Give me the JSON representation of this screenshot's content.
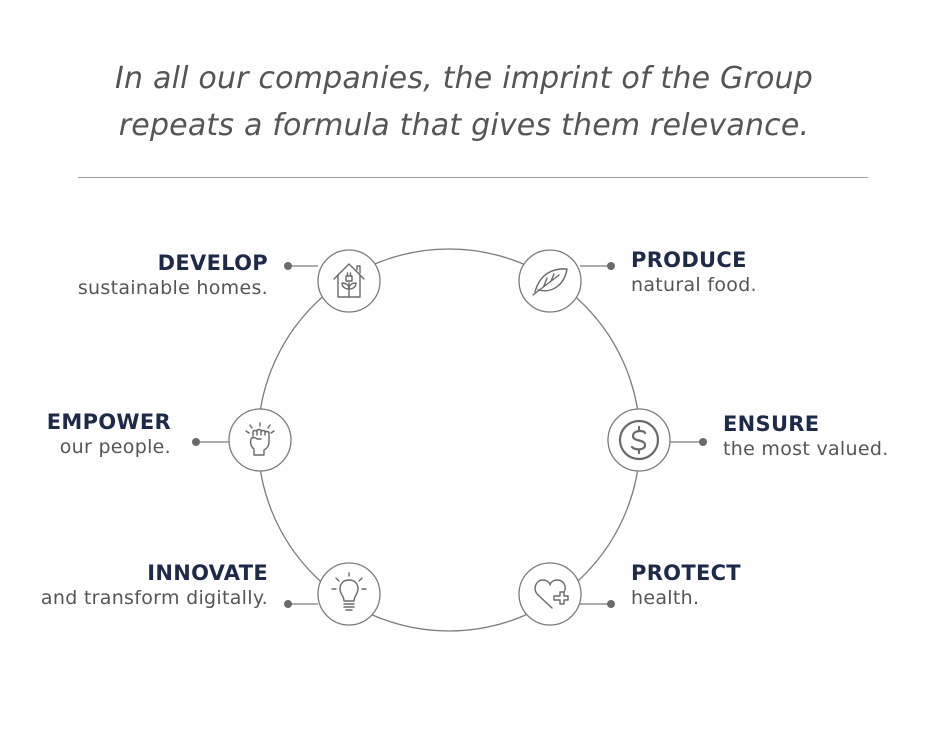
{
  "headline": {
    "line1": "In all our companies, the imprint of the Group",
    "line2": "repeats a formula that gives them relevance."
  },
  "colors": {
    "title": "#1e2a4a",
    "text": "#555555",
    "line": "#7a7a7a"
  },
  "nodes": [
    {
      "id": "develop",
      "title": "DEVELOP",
      "desc": "sustainable homes.",
      "icon": "house-plant-icon"
    },
    {
      "id": "produce",
      "title": "PRODUCE",
      "desc": "natural food.",
      "icon": "leaf-icon"
    },
    {
      "id": "empower",
      "title": "EMPOWER",
      "desc": "our people.",
      "icon": "raised-fist-icon"
    },
    {
      "id": "ensure",
      "title": "ENSURE",
      "desc": "the most valued.",
      "icon": "dollar-coin-icon"
    },
    {
      "id": "innovate",
      "title": "INNOVATE",
      "desc": "and transform digitally.",
      "icon": "lightbulb-icon"
    },
    {
      "id": "protect",
      "title": "PROTECT",
      "desc": "health.",
      "icon": "heart-plus-icon"
    }
  ]
}
